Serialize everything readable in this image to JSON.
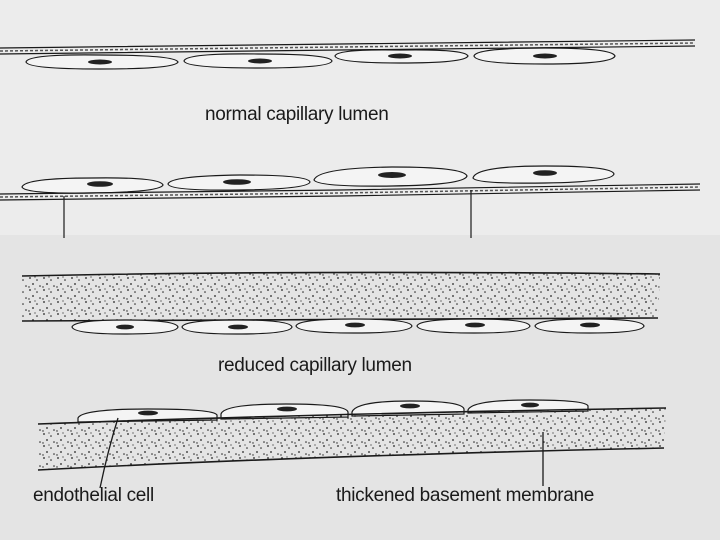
{
  "labels": {
    "normal": "normal capillary lumen",
    "reduced": "reduced capillary lumen",
    "endothelial": "endothelial cell",
    "basement": "thickened basement membrane"
  },
  "colors": {
    "ink": "#1a1a1a",
    "page": "#ececec",
    "lower_page": "#e4e4e4",
    "cell_fill": "#f4f4f4",
    "nucleus": "#222222"
  }
}
